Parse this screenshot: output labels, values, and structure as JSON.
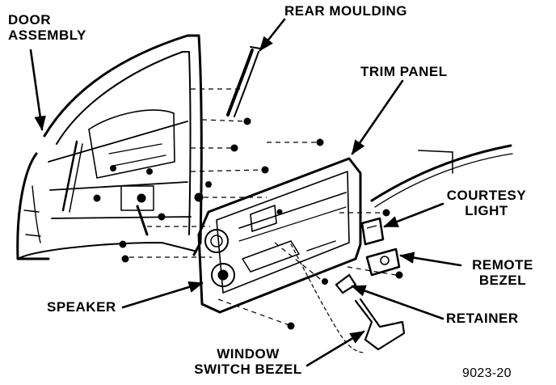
{
  "labels": {
    "door_assembly": [
      "DOOR",
      "ASSEMBLY"
    ],
    "rear_moulding": "REAR MOULDING",
    "trim_panel": "TRIM PANEL",
    "courtesy_light": [
      "COURTESY",
      "LIGHT"
    ],
    "remote_bezel": [
      "REMOTE",
      "BEZEL"
    ],
    "speaker": "SPEAKER",
    "retainer": "RETAINER",
    "window_switch_bezel": [
      "WINDOW",
      "SWITCH BEZEL"
    ]
  },
  "figure_number": "9023-20",
  "colors": {
    "ink": "#000000",
    "paper": "#ffffff"
  }
}
